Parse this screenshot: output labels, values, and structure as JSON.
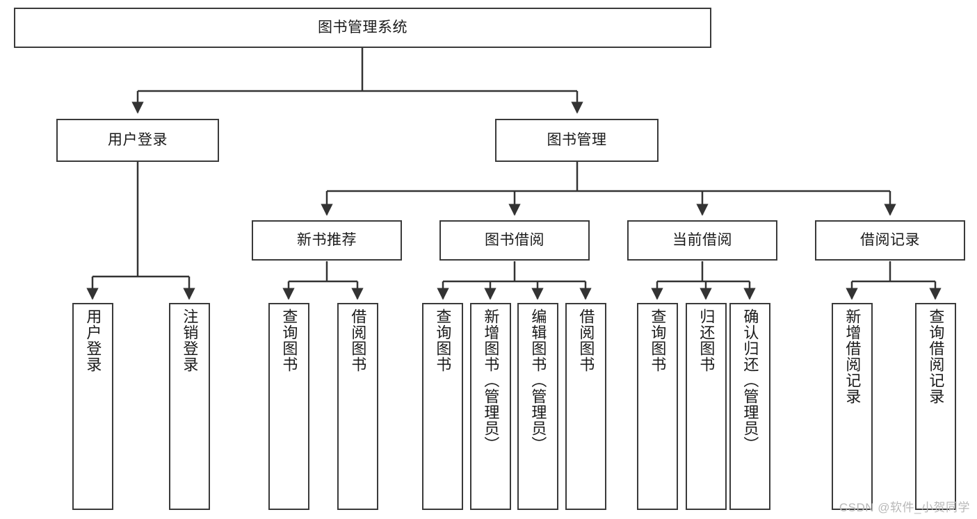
{
  "diagram": {
    "type": "tree-hierarchy",
    "title": "图书管理系统",
    "orientation": "top-down",
    "colors": {
      "node_border": "#3a3a3a",
      "node_fill": "#ffffff",
      "edge": "#333333",
      "text": "#1a1a1a",
      "watermark": "#b8b8b8",
      "background": "#ffffff"
    },
    "nodes": {
      "root": {
        "label": "图书管理系统"
      },
      "level1": [
        {
          "label": "用户登录"
        },
        {
          "label": "图书管理"
        }
      ],
      "level2": [
        {
          "label": "新书推荐"
        },
        {
          "label": "图书借阅"
        },
        {
          "label": "当前借阅"
        },
        {
          "label": "借阅记录"
        }
      ],
      "leaves": {
        "user_login": [
          {
            "label": "用户登录"
          },
          {
            "label": "注销登录"
          }
        ],
        "new_book_recommend": [
          {
            "label": "查询图书"
          },
          {
            "label": "借阅图书"
          }
        ],
        "book_borrow": [
          {
            "label": "查询图书"
          },
          {
            "label": "新增图书（管理员）"
          },
          {
            "label": "编辑图书（管理员）"
          },
          {
            "label": "借阅图书"
          }
        ],
        "current_borrow": [
          {
            "label": "查询图书"
          },
          {
            "label": "归还图书"
          },
          {
            "label": "确认归还（管理员）"
          }
        ],
        "borrow_record": [
          {
            "label": "新增借阅记录"
          },
          {
            "label": "查询借阅记录"
          }
        ]
      }
    },
    "watermark": "CSDN @软件_小贺同学"
  }
}
